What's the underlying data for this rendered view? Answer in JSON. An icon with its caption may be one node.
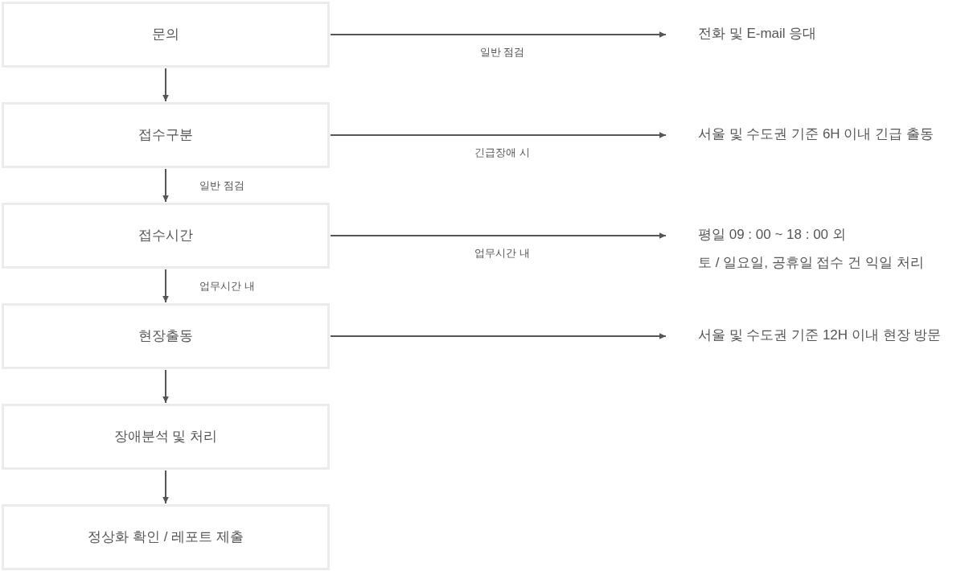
{
  "diagram": {
    "nodes": [
      {
        "text": [
          "문의"
        ]
      },
      {
        "text": [
          "접수구분"
        ]
      },
      {
        "text": [
          "접수시간"
        ]
      },
      {
        "text": [
          "현장출동"
        ]
      },
      {
        "text": [
          "장애분석 및 처리"
        ]
      },
      {
        "text": [
          "정상화 확인 / 레포트 제출"
        ]
      },
      {
        "text": [
          "전화 및 E-mail 응대"
        ]
      },
      {
        "text": [
          "서울 및 수도권 기준 6H 이내 긴급 출동"
        ]
      },
      {
        "text": [
          "평일 09 : 00 ~ 18 : 00 외",
          "토 / 일요일, 공휴일 접수 건 익일 처리"
        ]
      },
      {
        "text": [
          "서울 및 수도권 기준 12H 이내 현장 방문"
        ]
      }
    ],
    "edges": [
      {
        "from": 0,
        "to": 1,
        "arrow": "to"
      },
      {
        "from": 1,
        "to": 2,
        "arrow": "to",
        "label": "일반 점검"
      },
      {
        "from": 2,
        "to": 3,
        "arrow": "to",
        "label": "업무시간 내"
      },
      {
        "from": 3,
        "to": 4,
        "arrow": "to"
      },
      {
        "from": 4,
        "to": 5,
        "arrow": "to"
      },
      {
        "from": 0,
        "to": 6,
        "arrow": "to",
        "label": "일반 점검"
      },
      {
        "from": 1,
        "to": 7,
        "arrow": "to",
        "label": "긴급장애 시"
      },
      {
        "from": 2,
        "to": 8,
        "arrow": "to",
        "label": "업무시간 내"
      },
      {
        "from": 3,
        "to": 9,
        "arrow": "to"
      }
    ]
  }
}
